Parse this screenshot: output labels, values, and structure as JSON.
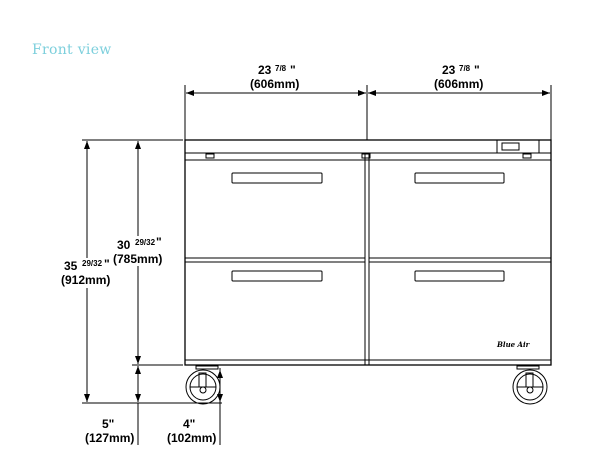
{
  "title": "Front view",
  "dimensions": {
    "width_left": {
      "whole": "23",
      "fraction": "7/8",
      "unit": "\"",
      "metric": "(606mm)"
    },
    "width_right": {
      "whole": "23",
      "fraction": "7/8",
      "unit": "\"",
      "metric": "(606mm)"
    },
    "total_height": {
      "whole": "35",
      "fraction": "29/32",
      "unit": "\"",
      "metric": "(912mm)"
    },
    "body_height": {
      "whole": "30",
      "fraction": "29/32",
      "unit": "\"",
      "metric": "(785mm)"
    },
    "caster_height": {
      "value": "5\"",
      "metric": "(127mm)"
    },
    "caster_diameter": {
      "value": "4\"",
      "metric": "(102mm)"
    }
  },
  "logo_text": "Blue Air"
}
